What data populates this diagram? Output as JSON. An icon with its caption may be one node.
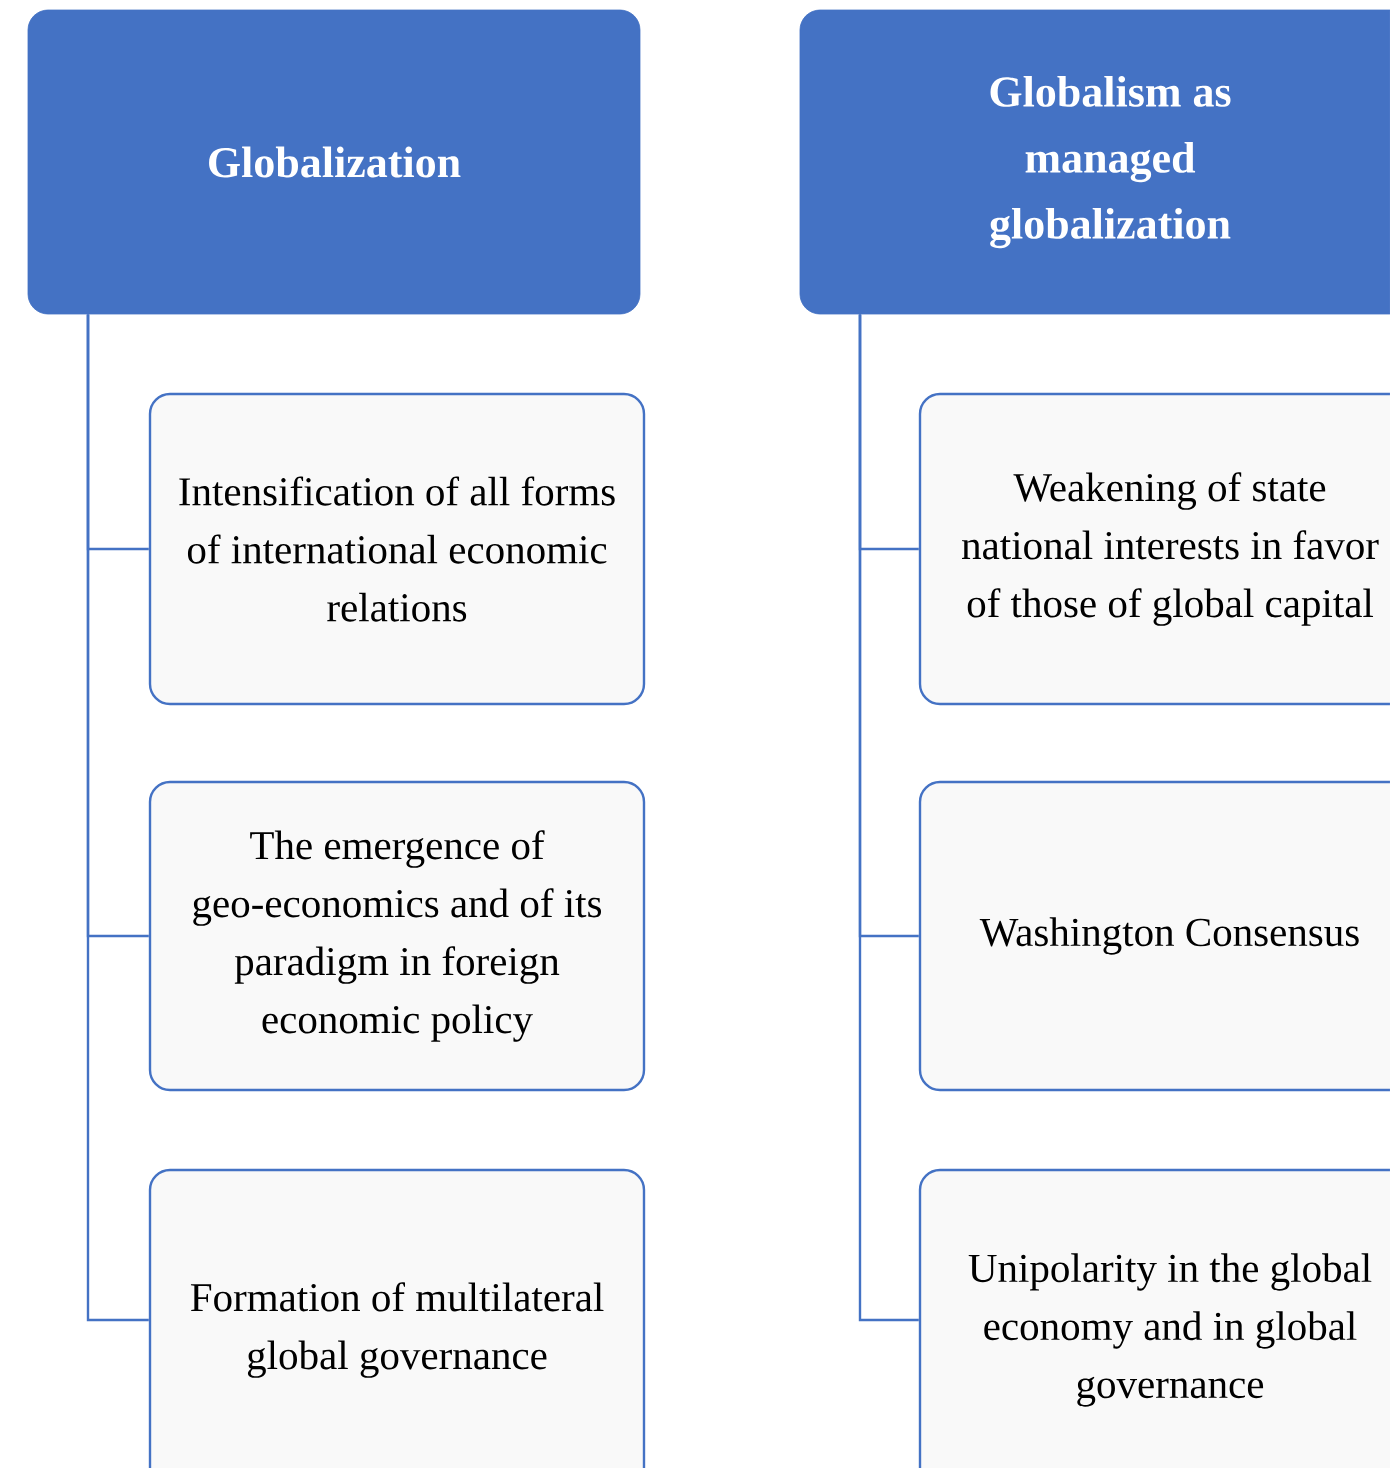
{
  "diagram": {
    "nodes": [
      {
        "text": [
          "Globalization"
        ]
      },
      {
        "text": [
          "Intensification of all forms of international economic relations"
        ]
      },
      {
        "text": [
          "The emergence of geo-economics and of its paradigm in foreign economic policy"
        ]
      },
      {
        "text": [
          "Formation of multilateral global governance"
        ]
      },
      {
        "text": [
          "Globalism as managed globalization"
        ]
      },
      {
        "text": [
          "Weakening of state national interests in favor of those of global capital"
        ]
      },
      {
        "text": [
          "Washington Consensus"
        ]
      },
      {
        "text": [
          "Unipolarity in the global economy and in global governance"
        ]
      }
    ],
    "edges": [
      {
        "from": 0,
        "to": 1,
        "arrow": "none"
      },
      {
        "from": 0,
        "to": 2,
        "arrow": "none"
      },
      {
        "from": 0,
        "to": 3,
        "arrow": "none"
      },
      {
        "from": 4,
        "to": 5,
        "arrow": "none"
      },
      {
        "from": 4,
        "to": 6,
        "arrow": "none"
      },
      {
        "from": 4,
        "to": 7,
        "arrow": "none"
      }
    ]
  }
}
